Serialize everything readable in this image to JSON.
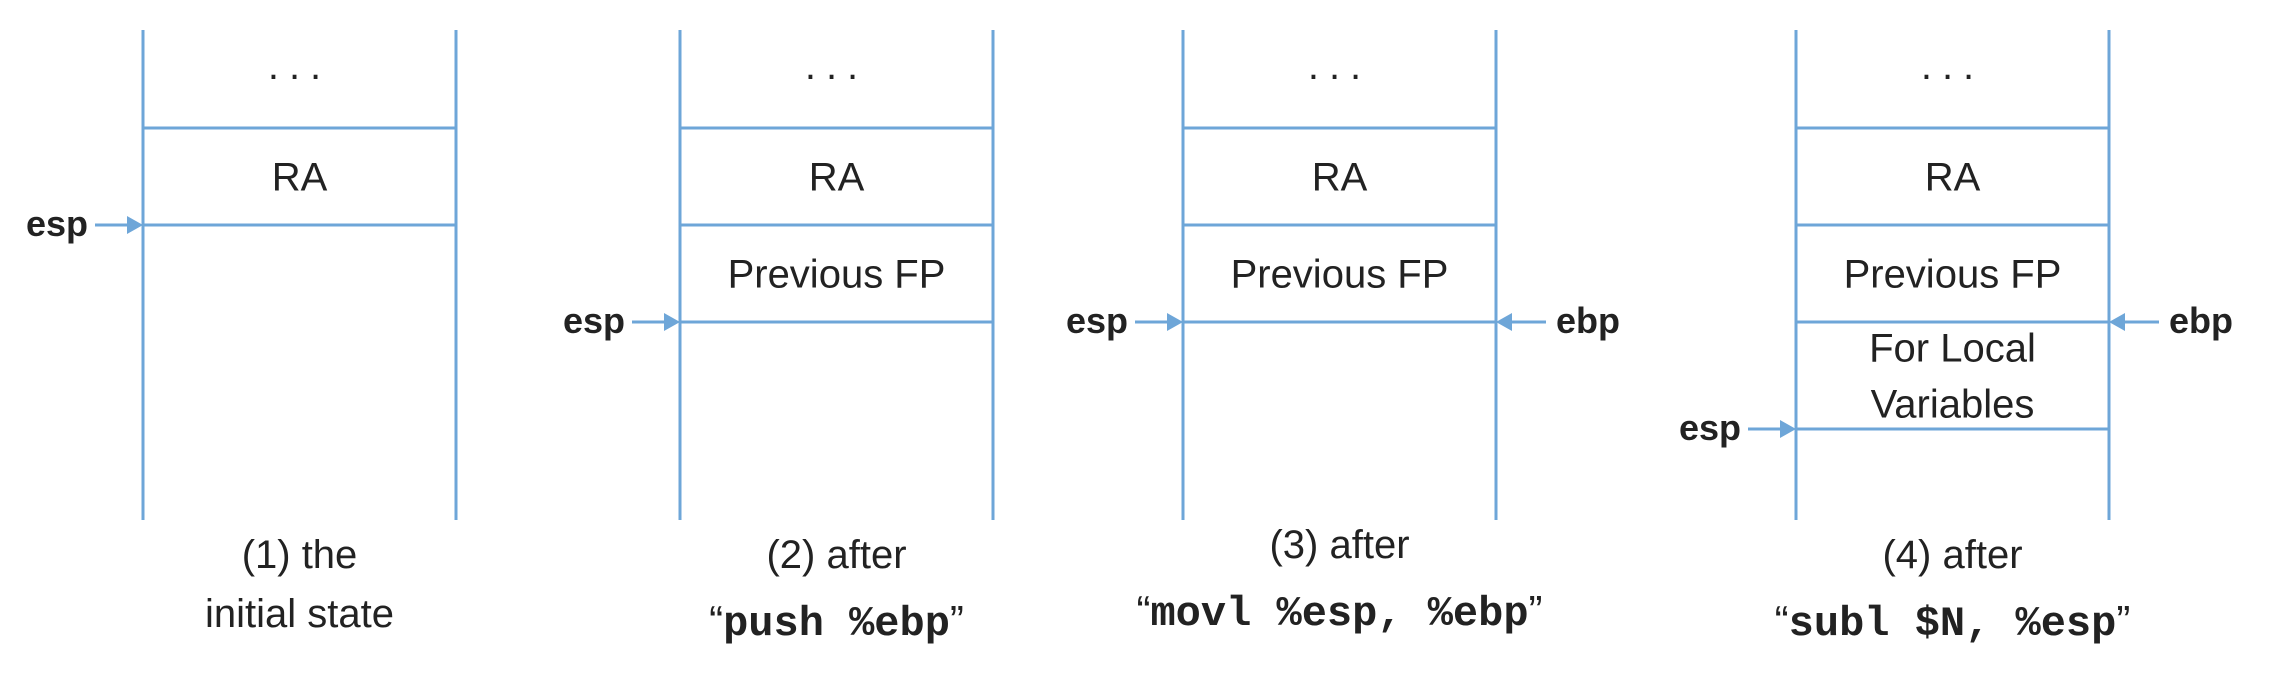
{
  "colors": {
    "line": "#6ea6d8",
    "text": "#222222",
    "background": "#ffffff"
  },
  "stacks": [
    {
      "cells": [
        "...",
        "RA"
      ],
      "pointers_left": [
        {
          "label": "esp"
        }
      ],
      "pointers_right": [],
      "caption_line1": "(1) the",
      "caption_line2": "initial state",
      "caption_code": ""
    },
    {
      "cells": [
        "...",
        "RA",
        "Previous FP"
      ],
      "pointers_left": [
        {
          "label": "esp"
        }
      ],
      "pointers_right": [],
      "caption_line1": "(2) after",
      "caption_line2": "",
      "caption_code": "push %ebp"
    },
    {
      "cells": [
        "...",
        "RA",
        "Previous FP"
      ],
      "pointers_left": [
        {
          "label": "esp"
        }
      ],
      "pointers_right": [
        {
          "label": "ebp"
        }
      ],
      "caption_line1": "(3) after",
      "caption_line2": "",
      "caption_code": "movl %esp, %ebp"
    },
    {
      "cells": [
        "...",
        "RA",
        "Previous FP",
        "For Local\nVariables"
      ],
      "pointers_left": [
        {
          "label": "esp"
        }
      ],
      "pointers_right": [
        {
          "label": "ebp"
        }
      ],
      "caption_line1": "(4) after",
      "caption_line2": "",
      "caption_code": "subl $N, %esp"
    }
  ]
}
